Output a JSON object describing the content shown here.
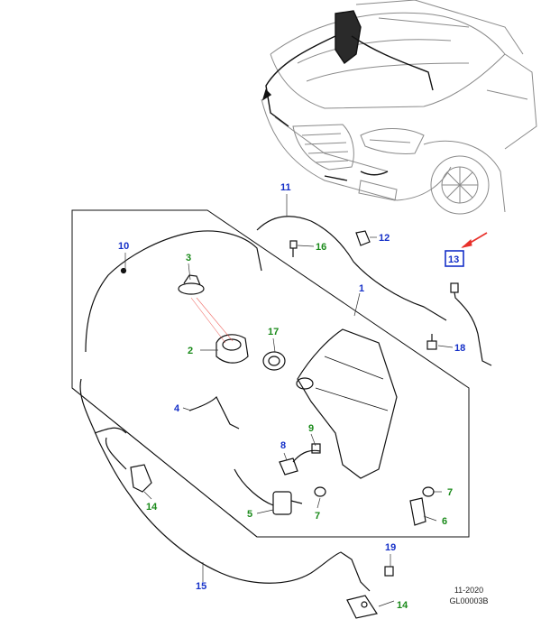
{
  "colors": {
    "blue_callout": "#1530c8",
    "green_callout": "#1a8a1a",
    "highlight_arrow": "#e8302a",
    "line_art": "#111111",
    "vehicle_outline": "#8a8a8a"
  },
  "callouts": [
    {
      "id": "1",
      "label": "1",
      "color": "blue"
    },
    {
      "id": "2",
      "label": "2",
      "color": "green"
    },
    {
      "id": "3",
      "label": "3",
      "color": "green"
    },
    {
      "id": "4",
      "label": "4",
      "color": "blue"
    },
    {
      "id": "5",
      "label": "5",
      "color": "green"
    },
    {
      "id": "6",
      "label": "6",
      "color": "green"
    },
    {
      "id": "7a",
      "label": "7",
      "color": "green"
    },
    {
      "id": "7b",
      "label": "7",
      "color": "green"
    },
    {
      "id": "8",
      "label": "8",
      "color": "blue"
    },
    {
      "id": "9",
      "label": "9",
      "color": "green"
    },
    {
      "id": "10",
      "label": "10",
      "color": "blue"
    },
    {
      "id": "11",
      "label": "11",
      "color": "blue"
    },
    {
      "id": "12",
      "label": "12",
      "color": "blue"
    },
    {
      "id": "13",
      "label": "13",
      "color": "blue",
      "boxed": true
    },
    {
      "id": "14a",
      "label": "14",
      "color": "green"
    },
    {
      "id": "14b",
      "label": "14",
      "color": "green"
    },
    {
      "id": "15",
      "label": "15",
      "color": "blue"
    },
    {
      "id": "16",
      "label": "16",
      "color": "green"
    },
    {
      "id": "17",
      "label": "17",
      "color": "green"
    },
    {
      "id": "18",
      "label": "18",
      "color": "blue"
    },
    {
      "id": "19",
      "label": "19",
      "color": "blue"
    }
  ],
  "footer": {
    "date": "11-2020",
    "code": "GL00003B"
  }
}
